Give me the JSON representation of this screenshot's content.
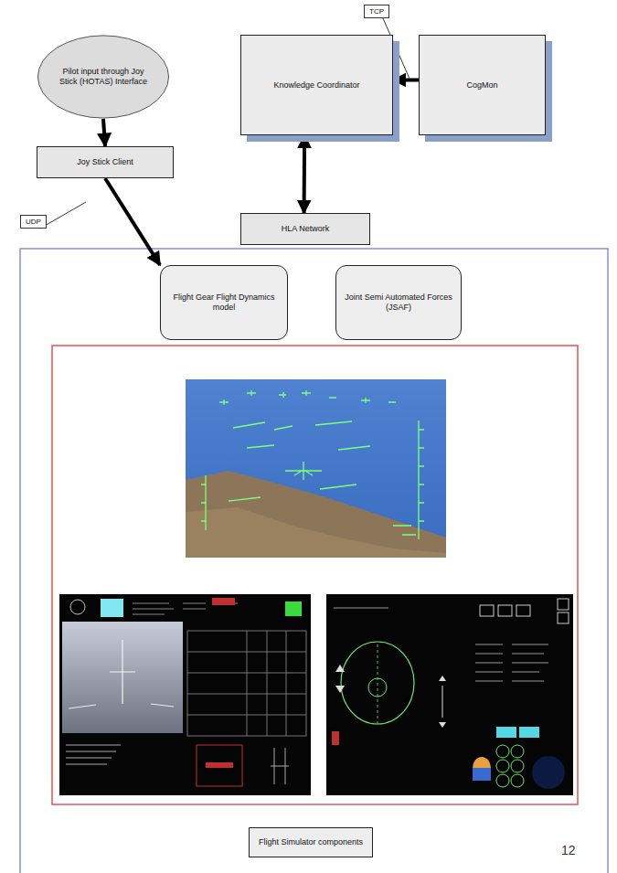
{
  "diagram": {
    "nodes": [
      {
        "text": [
          "Pilot input through Joy Stick (HOTAS) Interface"
        ]
      },
      {
        "text": [
          "Joy Stick Client"
        ]
      },
      {
        "text": [
          "Knowledge Coordinator"
        ]
      },
      {
        "text": [
          "CogMon"
        ]
      },
      {
        "text": [
          "HLA Network"
        ]
      },
      {
        "text": [
          "Flight Gear Flight Dynamics model"
        ]
      },
      {
        "text": [
          "Joint Semi Automated Forces (JSAF)"
        ]
      },
      {
        "text": [
          "Flight Simulator components"
        ]
      }
    ],
    "edges": [
      {
        "from": 0,
        "to": 1,
        "arrow": "to"
      },
      {
        "from": 1,
        "to": 5,
        "arrow": "to",
        "label": "UDP"
      },
      {
        "from": 3,
        "to": 2,
        "arrow": "to",
        "label": "TCP"
      },
      {
        "from": 2,
        "to": 4,
        "arrow": "both"
      }
    ],
    "labels": [
      "12"
    ]
  }
}
